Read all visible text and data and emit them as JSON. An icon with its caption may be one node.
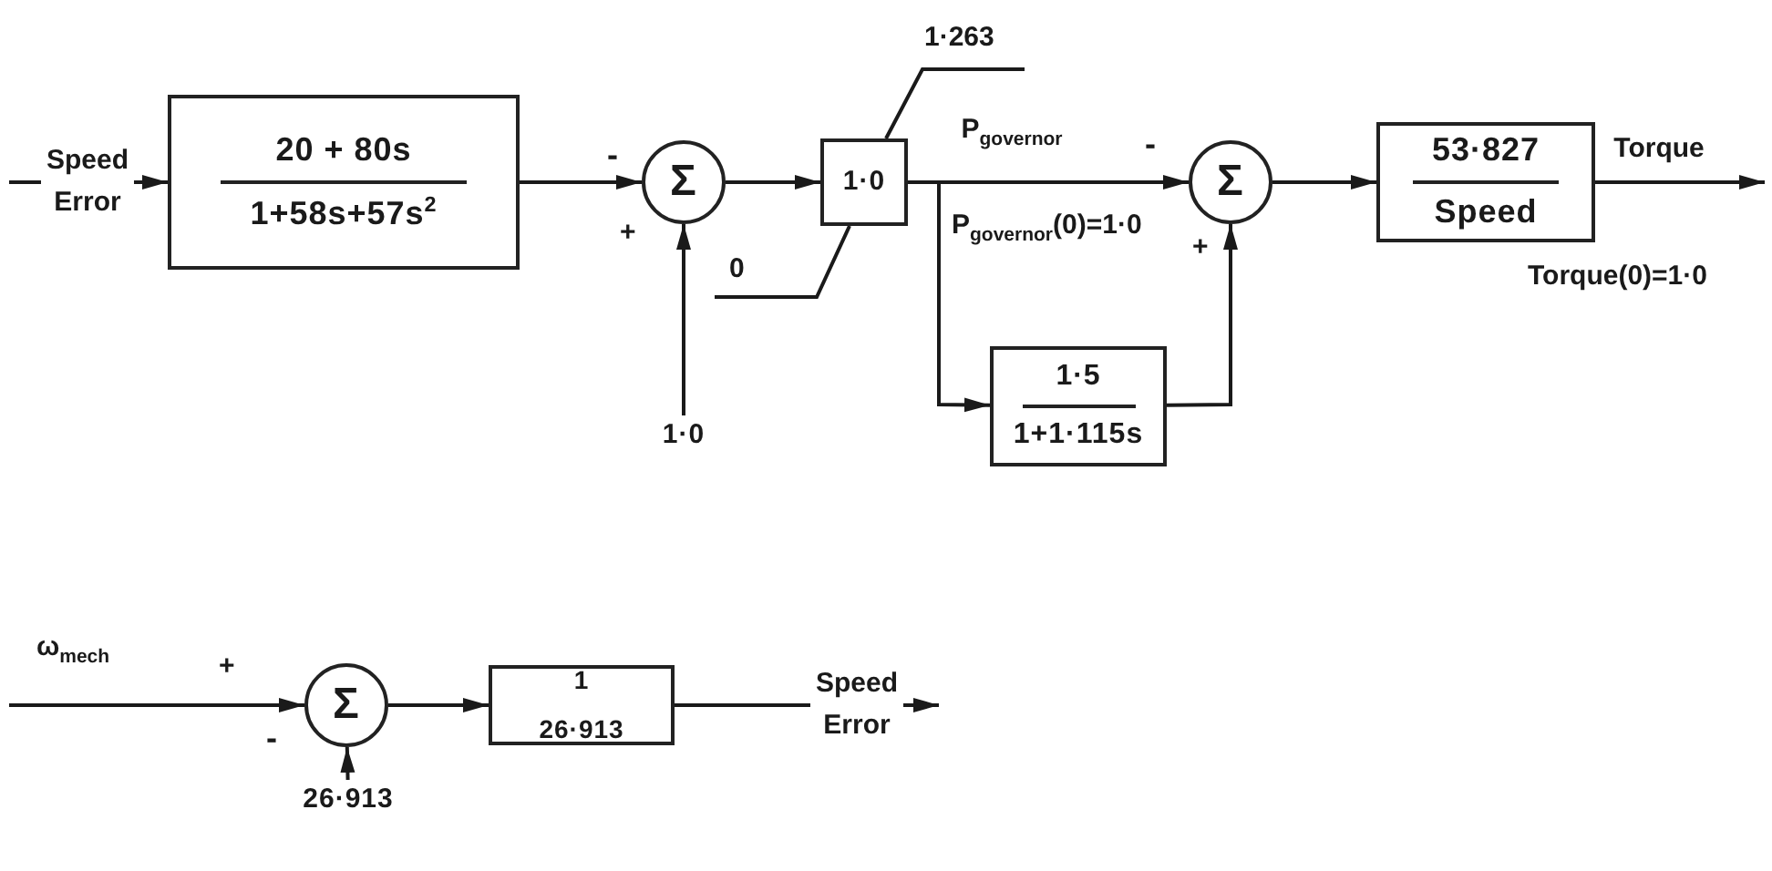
{
  "diagram": {
    "nodes": [
      {
        "text": [
          "20 + 80s",
          "1+58s+57s$^{2}$"
        ]
      },
      {
        "text": [
          "Σ"
        ]
      },
      {
        "text": [
          "1·0"
        ]
      },
      {
        "text": [
          "1·0"
        ]
      },
      {
        "text": [
          "Σ"
        ]
      },
      {
        "text": [
          "53·827",
          "Speed"
        ]
      },
      {
        "text": [
          "1·5",
          "1+1·115s"
        ]
      },
      {
        "text": [
          "Σ"
        ]
      },
      {
        "text": [
          "1",
          "26·913"
        ]
      },
      {
        "text": [
          "26·913"
        ]
      }
    ],
    "edges": [
      {
        "from": null,
        "to": 0,
        "arrow": "to",
        "label": "Speed Error"
      },
      {
        "from": 0,
        "to": 1,
        "arrow": "to"
      },
      {
        "from": 2,
        "to": 1,
        "arrow": "to"
      },
      {
        "from": 1,
        "to": 3,
        "arrow": "to"
      },
      {
        "from": 3,
        "to": 4,
        "arrow": "to",
        "label": "P$_{governor}$"
      },
      {
        "from": 3,
        "to": 6,
        "arrow": "to"
      },
      {
        "from": 6,
        "to": 4,
        "arrow": "to"
      },
      {
        "from": 4,
        "to": 5,
        "arrow": "to"
      },
      {
        "from": 5,
        "to": null,
        "arrow": "to",
        "label": "Torque"
      },
      {
        "from": null,
        "to": 7,
        "arrow": "to",
        "label": "ω$_{mech}$"
      },
      {
        "from": 9,
        "to": 7,
        "arrow": "to"
      },
      {
        "from": 7,
        "to": 8,
        "arrow": "to"
      },
      {
        "from": 8,
        "to": null,
        "arrow": "to",
        "label": "Speed Error"
      }
    ],
    "labels": [
      "-",
      "+",
      "1·263",
      "0",
      "-",
      "P$_{governor}$(0)=1·0",
      "+",
      "Torque(0)=1·0",
      "+",
      "-"
    ]
  }
}
